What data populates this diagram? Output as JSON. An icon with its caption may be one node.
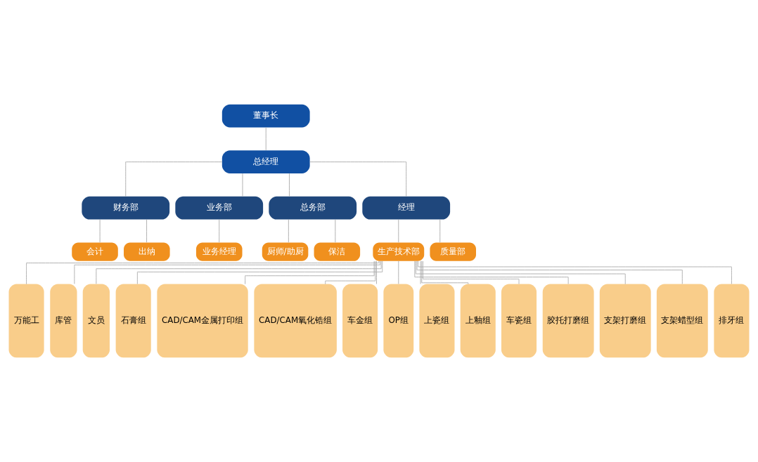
{
  "diagram": {
    "nodes": [
      {
        "text": [
          "董事长"
        ]
      },
      {
        "text": [
          "总经理"
        ]
      },
      {
        "text": [
          "财务部"
        ]
      },
      {
        "text": [
          "业务部"
        ]
      },
      {
        "text": [
          "总务部"
        ]
      },
      {
        "text": [
          "经理"
        ]
      },
      {
        "text": [
          "会计"
        ]
      },
      {
        "text": [
          "出纳"
        ]
      },
      {
        "text": [
          "业务经理"
        ]
      },
      {
        "text": [
          "厨师/助厨"
        ]
      },
      {
        "text": [
          "保洁"
        ]
      },
      {
        "text": [
          "生产技术部"
        ]
      },
      {
        "text": [
          "质量部"
        ]
      },
      {
        "text": [
          "万能工"
        ]
      },
      {
        "text": [
          "库管"
        ]
      },
      {
        "text": [
          "文员"
        ]
      },
      {
        "text": [
          "石膏组"
        ]
      },
      {
        "text": [
          "CAD/CAM金属打印组"
        ]
      },
      {
        "text": [
          "CAD/CAM氧化锆组"
        ]
      },
      {
        "text": [
          "车金组"
        ]
      },
      {
        "text": [
          "OP组"
        ]
      },
      {
        "text": [
          "上瓷组"
        ]
      },
      {
        "text": [
          "上釉组"
        ]
      },
      {
        "text": [
          "车瓷组"
        ]
      },
      {
        "text": [
          "胶托打磨组"
        ]
      },
      {
        "text": [
          "支架打磨组"
        ]
      },
      {
        "text": [
          "支架蜡型组"
        ]
      },
      {
        "text": [
          "排牙组"
        ]
      }
    ],
    "edges": [
      {
        "from": 0,
        "to": 1,
        "arrow": "none"
      },
      {
        "from": 1,
        "to": 2,
        "arrow": "none"
      },
      {
        "from": 1,
        "to": 3,
        "arrow": "none"
      },
      {
        "from": 1,
        "to": 4,
        "arrow": "none"
      },
      {
        "from": 1,
        "to": 5,
        "arrow": "none"
      },
      {
        "from": 2,
        "to": 6,
        "arrow": "none"
      },
      {
        "from": 2,
        "to": 7,
        "arrow": "none"
      },
      {
        "from": 3,
        "to": 8,
        "arrow": "none"
      },
      {
        "from": 4,
        "to": 9,
        "arrow": "none"
      },
      {
        "from": 4,
        "to": 10,
        "arrow": "none"
      },
      {
        "from": 5,
        "to": 11,
        "arrow": "none"
      },
      {
        "from": 5,
        "to": 12,
        "arrow": "none"
      },
      {
        "from": 11,
        "to": 13,
        "arrow": "none"
      },
      {
        "from": 11,
        "to": 14,
        "arrow": "none"
      },
      {
        "from": 11,
        "to": 15,
        "arrow": "none"
      },
      {
        "from": 11,
        "to": 16,
        "arrow": "none"
      },
      {
        "from": 11,
        "to": 17,
        "arrow": "none"
      },
      {
        "from": 11,
        "to": 18,
        "arrow": "none"
      },
      {
        "from": 11,
        "to": 19,
        "arrow": "none"
      },
      {
        "from": 11,
        "to": 20,
        "arrow": "none"
      },
      {
        "from": 11,
        "to": 21,
        "arrow": "none"
      },
      {
        "from": 11,
        "to": 22,
        "arrow": "none"
      },
      {
        "from": 11,
        "to": 23,
        "arrow": "none"
      },
      {
        "from": 11,
        "to": 24,
        "arrow": "none"
      },
      {
        "from": 11,
        "to": 25,
        "arrow": "none"
      },
      {
        "from": 11,
        "to": 26,
        "arrow": "none"
      },
      {
        "from": 11,
        "to": 27,
        "arrow": "none"
      }
    ]
  }
}
